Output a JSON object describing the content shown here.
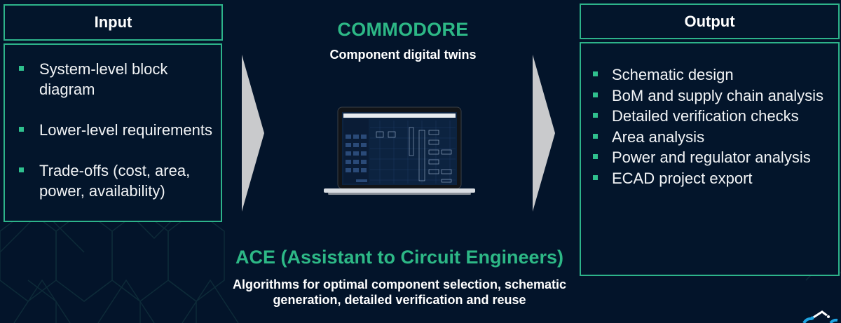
{
  "input": {
    "header": "Input",
    "items": [
      {
        "label": "System-level block diagram"
      },
      {
        "label": "Lower-level requirements"
      },
      {
        "label": "Trade-offs (cost, area, power, availability)"
      }
    ]
  },
  "commodore": {
    "title": "COMMODORE",
    "subtitle": "Component digital twins",
    "image": "laptop-screenshot"
  },
  "ace": {
    "title": "ACE (Assistant to Circuit Engineers)",
    "subtitle": "Algorithms for optimal component selection, schematic generation, detailed verification and reuse"
  },
  "output": {
    "header": "Output",
    "items": [
      {
        "label": "Schematic design"
      },
      {
        "label": "BoM and supply chain analysis"
      },
      {
        "label": "Detailed verification checks"
      },
      {
        "label": "Area analysis"
      },
      {
        "label": "Power and regulator analysis"
      },
      {
        "label": "ECAD project export"
      }
    ]
  },
  "colors": {
    "background": "#03142a",
    "accent": "#2db886",
    "border": "#2db38a",
    "arrow": "#c9cacc",
    "text": "#ffffff"
  }
}
